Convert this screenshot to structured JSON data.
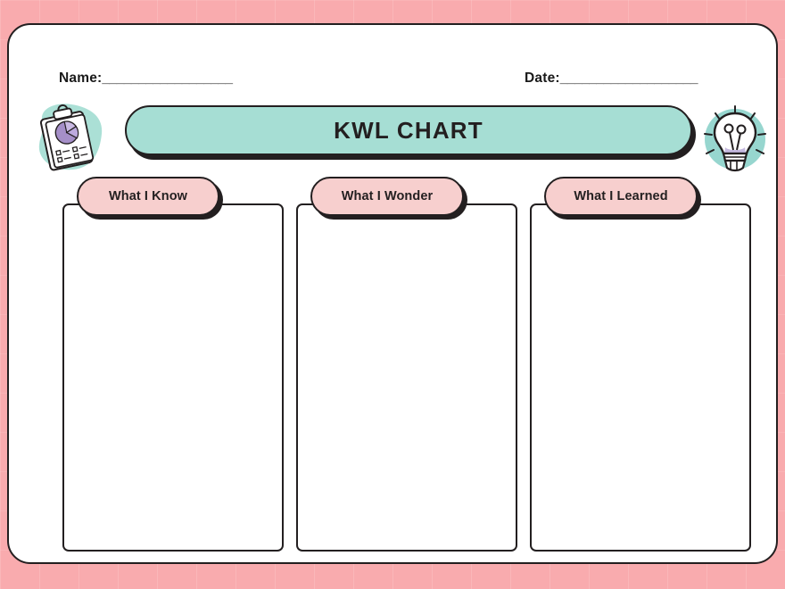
{
  "page": {
    "background_color": "#f9abae",
    "card_color": "#ffffff",
    "outline_color": "#231f20"
  },
  "fields": {
    "name_label": "Name:",
    "name_line": "__________________",
    "date_label": "Date:",
    "date_line": "___________________"
  },
  "title": {
    "text": "KWL CHART",
    "banner_color": "#a6ded4"
  },
  "icons": {
    "left": {
      "name": "clipboard-chart-icon",
      "blob_color": "#a6ded4",
      "accent_color": "#a58fc8"
    },
    "right": {
      "name": "lightbulb-icon",
      "blob_color": "#8ed3cb",
      "accent_color": "#b3a3d6"
    }
  },
  "columns": [
    {
      "id": "know",
      "header": "What I Know",
      "pill_color": "#f7cfce",
      "content": ""
    },
    {
      "id": "wonder",
      "header": "What I Wonder",
      "pill_color": "#f7cfce",
      "content": ""
    },
    {
      "id": "learned",
      "header": "What I Learned",
      "pill_color": "#f7cfce",
      "content": ""
    }
  ]
}
